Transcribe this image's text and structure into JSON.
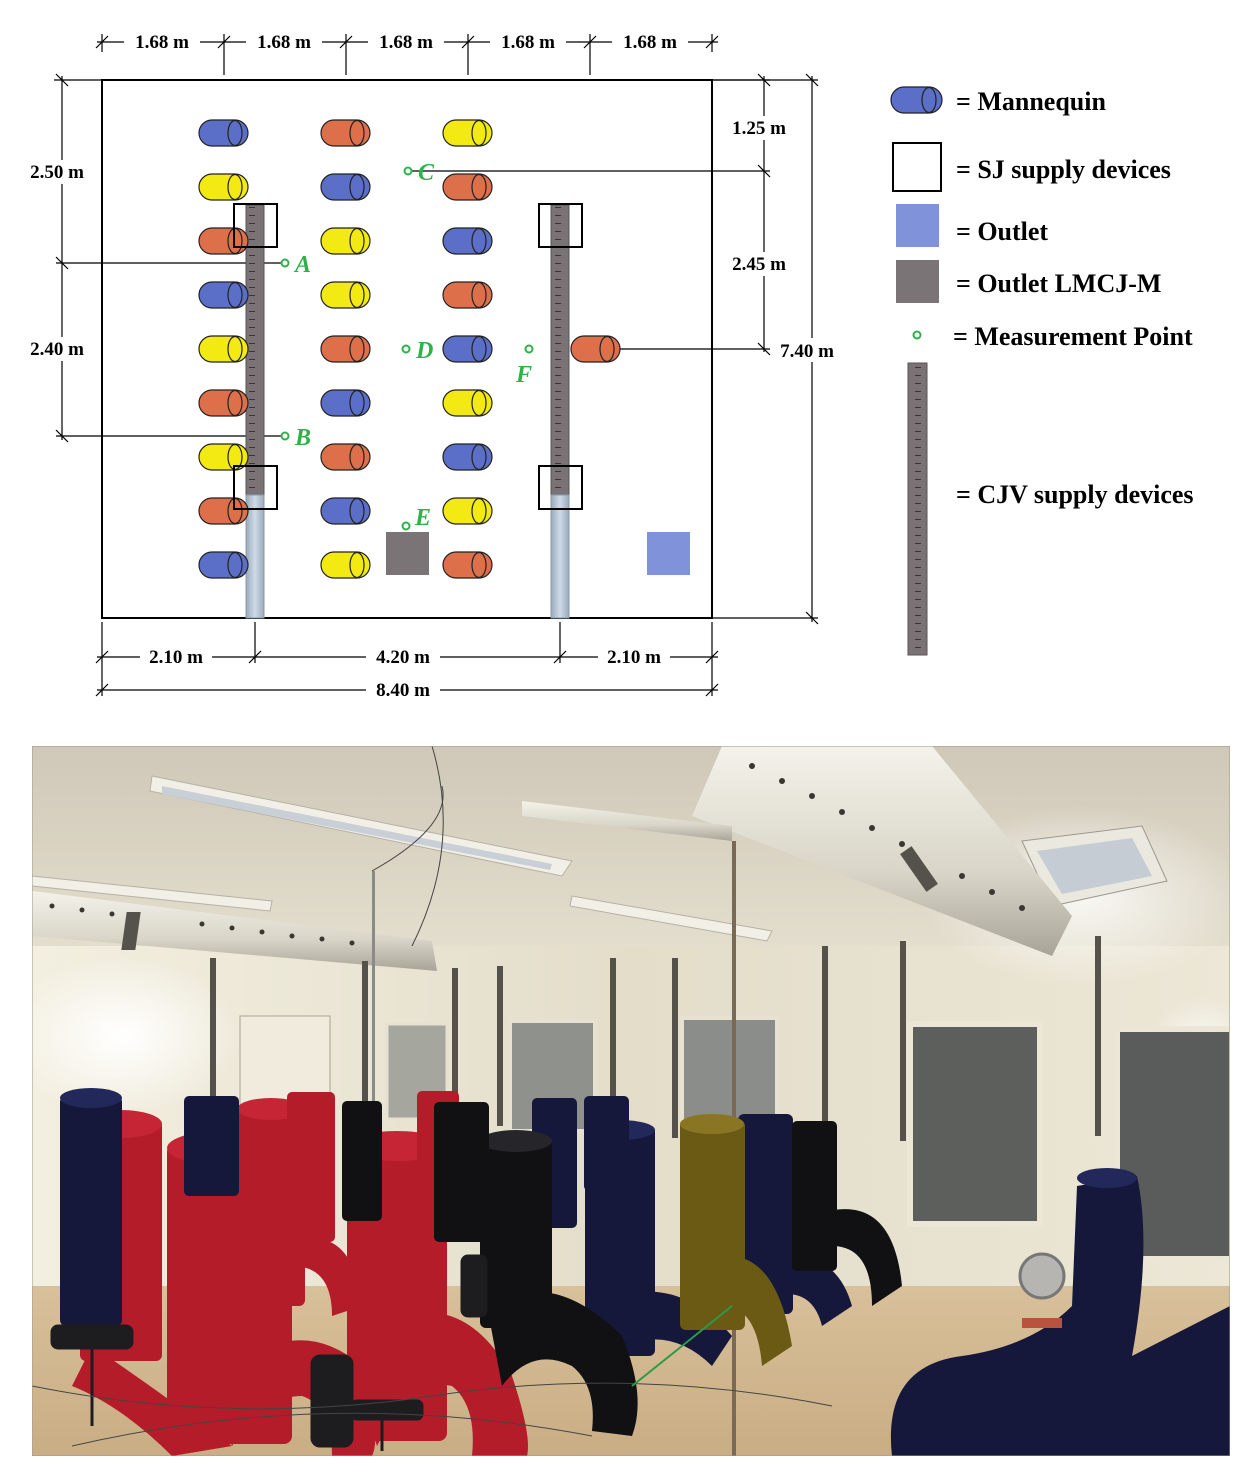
{
  "colors": {
    "mannequin_blue": "#5b6fc8",
    "mannequin_yellow": "#f2ea12",
    "mannequin_red": "#de6f4b",
    "outlet": "#7f92da",
    "outlet_lmcj": "#7a7477",
    "cjv_duct": "#7a7274",
    "cjv_duct_light": "#b7c6d8",
    "measurement_point": "#2db34a"
  },
  "dimensions": {
    "top_spacing": [
      "1.68 m",
      "1.68 m",
      "1.68 m",
      "1.68 m",
      "1.68 m"
    ],
    "left_a": "2.50 m",
    "left_b": "2.40 m",
    "right_a": "1.25 m",
    "right_b": "2.45 m",
    "right_total": "7.40 m",
    "bottom_left": "2.10 m",
    "bottom_mid": "4.20 m",
    "bottom_right": "2.10 m",
    "bottom_total": "8.40 m"
  },
  "measurement_points": [
    "A",
    "B",
    "C",
    "D",
    "E",
    "F"
  ],
  "mannequin_columns": [
    [
      "blue",
      "yellow",
      "red",
      "blue",
      "yellow",
      "red",
      "yellow",
      "red",
      "blue"
    ],
    [
      "red",
      "blue",
      "yellow",
      "yellow",
      "red",
      "blue",
      "red",
      "blue",
      "yellow"
    ],
    [
      "yellow",
      "red",
      "blue",
      "red",
      "blue",
      "yellow",
      "blue",
      "yellow",
      "red"
    ]
  ],
  "extra_mannequin": "red",
  "legend": {
    "mannequin": "= Mannequin",
    "sj_supply": "= SJ supply devices",
    "outlet": "= Outlet",
    "outlet_lmcj": "= Outlet LMCJ-M",
    "measurement_point": "= Measurement Point",
    "cjv_supply": "= CJV supply devices"
  }
}
